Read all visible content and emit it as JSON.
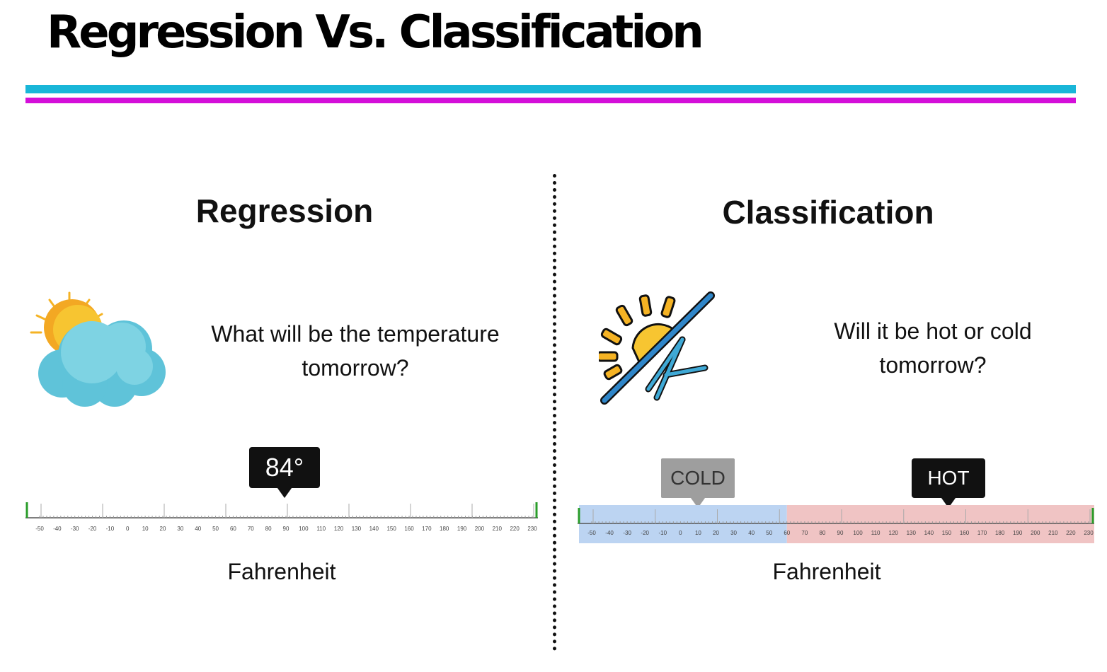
{
  "title": "Regression Vs. Classification",
  "regression": {
    "heading": "Regression",
    "question_line1": "What will be the temperature",
    "question_line2": "tomorrow?",
    "callout": "84°",
    "axis_label": "Fahrenheit",
    "icon": "sun-cloud-icon"
  },
  "classification": {
    "heading": "Classification",
    "question_line1": "Will it be hot or cold",
    "question_line2": "tomorrow?",
    "cold_label": "COLD",
    "hot_label": "HOT",
    "axis_label": "Fahrenheit",
    "icon": "hot-cold-icon"
  },
  "scale_ticks": [
    "-50",
    "-40",
    "-30",
    "-20",
    "-10",
    "0",
    "10",
    "20",
    "30",
    "40",
    "50",
    "60",
    "70",
    "80",
    "90",
    "100",
    "110",
    "120",
    "130",
    "140",
    "150",
    "160",
    "170",
    "180",
    "190",
    "200",
    "210",
    "220",
    "230"
  ],
  "colors": {
    "cyan_bar": "#19b6d8",
    "magenta_bar": "#d40fd9",
    "cold_band": "#bcd4f2",
    "hot_band": "#f0c4c4",
    "cold_callout": "#9e9e9e",
    "hot_callout": "#111111"
  }
}
